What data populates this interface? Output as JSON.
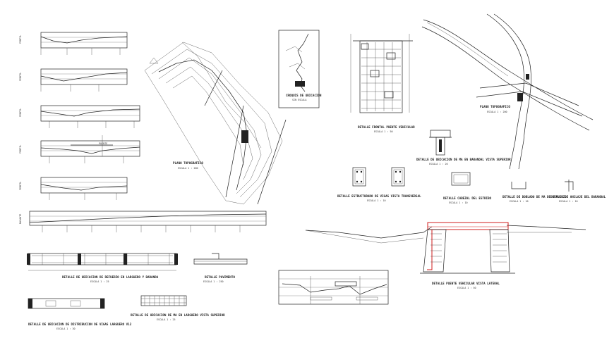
{
  "captions": {
    "plano_topo_main": "PLANO TOPOGRAFICO",
    "plano_topo_main_scale": "ESCALA 1 : 200",
    "croquis": "CROQUIS DE UBICACION",
    "croquis_scale": "SIN ESCALA",
    "frontal": "DETALLE FRONTAL PUENTE VEHICULAR",
    "frontal_scale": "ESCALA 1 : 50",
    "plano_topo_right": "PLANO TOPOGRAFICO",
    "plano_topo_right_scale": "ESCALA 1 : 200",
    "detalle_barandal": "DETALLE DE UBICACION DE MA EN BARANDAL VISTA SUPERIOR",
    "detalle_barandal_scale": "ESCALA 1 : 20",
    "estructural": "DETALLE ESTRUCTURADO DE VIGAS VISTA TRANSVERSAL",
    "estructural_scale": "ESCALA 1 : 10",
    "cabezal": "DETALLE CABEZAL DEL ESTRIBO",
    "cabezal_scale": "ESCALA 1 : 10",
    "doblado": "DETALLE DE DOBLADO DE MA DE REFUERZO",
    "doblado_scale": "ESCALA 1 : 10",
    "anclaje": "DETALLE DE ANCLAJE DEL BARANDAL",
    "anclaje_scale": "ESCALA 1 : 10",
    "lateral": "DETALLE PUENTE VEHICULAR VISTA LATERAL",
    "lateral_scale": "ESCALA 1 : 50",
    "refuerzo": "DETALLE DE UBICACION DE REFUERZO EN LARGUERO Y BARANDA",
    "refuerzo_scale": "ESCALA 1 : 25",
    "pavimento": "DETALLE PAVIMENTO",
    "pavimento_scale": "ESCALA 1 : 250",
    "distribucion": "DETALLE DE UBICACION DE DISTRIBUCION DE VIGAS LARGUERO V12",
    "distribucion_scale": "ESCALA 1 : 30",
    "larguero_sup": "DETALLE DE UBICACION DE MA EN LARGUERO VISTA SUPERIOR",
    "larguero_sup_scale": "ESCALA 1 : 25"
  },
  "profile_labels": {
    "perfil": "PERFIL",
    "rasante": "RASANTE",
    "puente": "PUENTE"
  },
  "colors": {
    "ink": "#222222",
    "accent_red": "#d21c1c",
    "background": "#ffffff"
  }
}
